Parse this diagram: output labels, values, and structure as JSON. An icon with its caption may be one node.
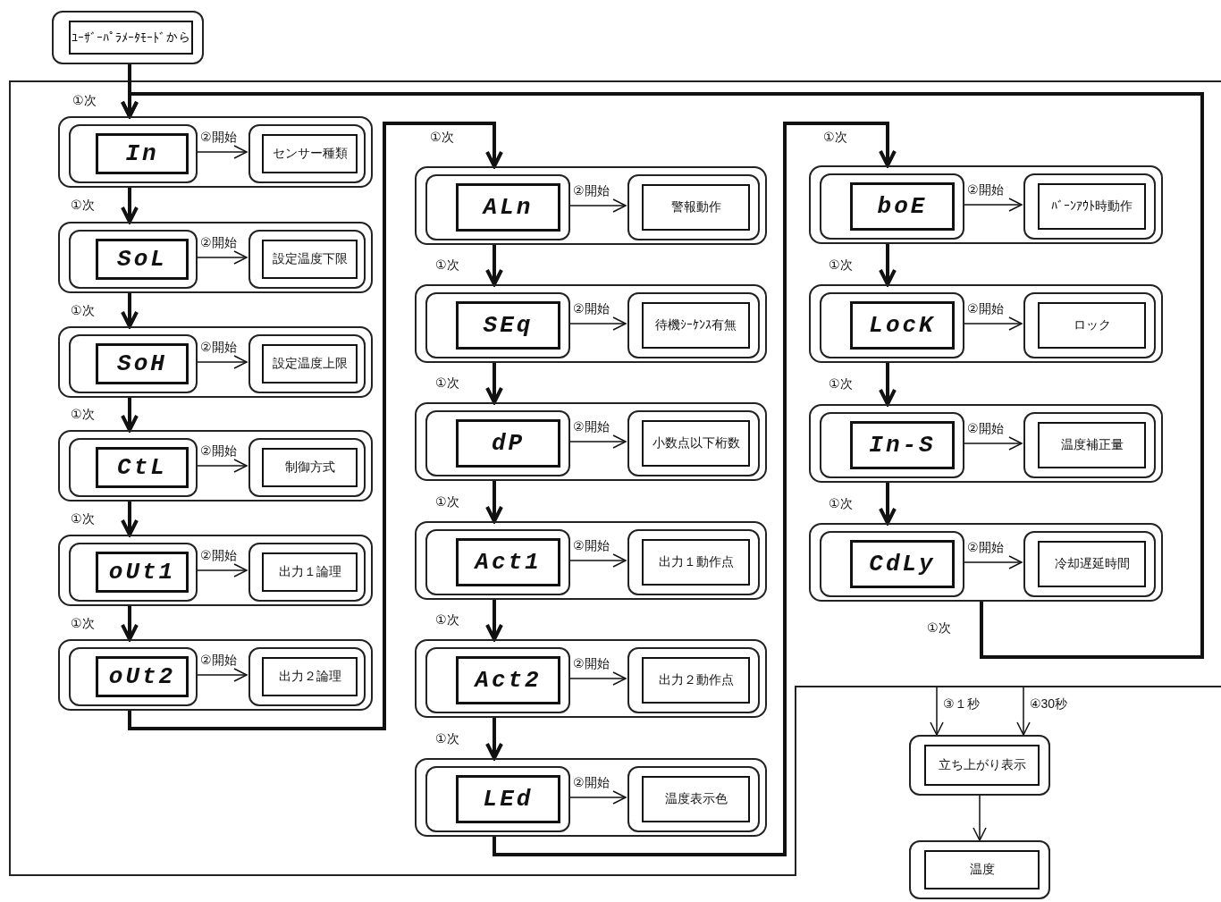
{
  "diagram": {
    "nodes": [
      {
        "text": [
          "ﾕｰｻﾞｰﾊﾟﾗﾒｰﾀﾓｰﾄﾞから"
        ]
      },
      {
        "text": [],
        "shape": "box"
      },
      {
        "text": [
          "In"
        ],
        "in": 1
      },
      {
        "text": [
          "センサー種類"
        ],
        "in": 1
      },
      {
        "text": [],
        "shape": "box"
      },
      {
        "text": [
          "SoL"
        ],
        "in": 4
      },
      {
        "text": [
          "設定温度下限"
        ],
        "in": 4
      },
      {
        "text": [],
        "shape": "box"
      },
      {
        "text": [
          "SoH"
        ],
        "in": 7
      },
      {
        "text": [
          "設定温度上限"
        ],
        "in": 7
      },
      {
        "text": [],
        "shape": "box"
      },
      {
        "text": [
          "CtL"
        ],
        "in": 10
      },
      {
        "text": [
          "制御方式"
        ],
        "in": 10
      },
      {
        "text": [],
        "shape": "box"
      },
      {
        "text": [
          "oUt1"
        ],
        "in": 13
      },
      {
        "text": [
          "出力１論理"
        ],
        "in": 13
      },
      {
        "text": [],
        "shape": "box"
      },
      {
        "text": [
          "oUt2"
        ],
        "in": 16
      },
      {
        "text": [
          "出力２論理"
        ],
        "in": 16
      },
      {
        "text": [],
        "shape": "box"
      },
      {
        "text": [
          "ALn"
        ],
        "in": 19
      },
      {
        "text": [
          "警報動作"
        ],
        "in": 19
      },
      {
        "text": [],
        "shape": "box"
      },
      {
        "text": [
          "SEq"
        ],
        "in": 22
      },
      {
        "text": [
          "待機ｼｰｹﾝｽ有無"
        ],
        "in": 22
      },
      {
        "text": [],
        "shape": "box"
      },
      {
        "text": [
          "dP"
        ],
        "in": 25
      },
      {
        "text": [
          "小数点以下桁数"
        ],
        "in": 25
      },
      {
        "text": [],
        "shape": "box"
      },
      {
        "text": [
          "Act1"
        ],
        "in": 28
      },
      {
        "text": [
          "出力１動作点"
        ],
        "in": 28
      },
      {
        "text": [],
        "shape": "box"
      },
      {
        "text": [
          "Act2"
        ],
        "in": 31
      },
      {
        "text": [
          "出力２動作点"
        ],
        "in": 31
      },
      {
        "text": [],
        "shape": "box"
      },
      {
        "text": [
          "LEd"
        ],
        "in": 34
      },
      {
        "text": [
          "温度表示色"
        ],
        "in": 34
      },
      {
        "text": [],
        "shape": "box"
      },
      {
        "text": [
          "boE"
        ],
        "in": 37
      },
      {
        "text": [
          "ﾊﾞｰﾝｱｳﾄ時動作"
        ],
        "in": 37
      },
      {
        "text": [],
        "shape": "box"
      },
      {
        "text": [
          "LocK"
        ],
        "in": 40
      },
      {
        "text": [
          "ロック"
        ],
        "in": 40
      },
      {
        "text": [],
        "shape": "box"
      },
      {
        "text": [
          "In-S"
        ],
        "in": 43
      },
      {
        "text": [
          "温度補正量"
        ],
        "in": 43
      },
      {
        "text": [],
        "shape": "box"
      },
      {
        "text": [
          "CdLy"
        ],
        "in": 46
      },
      {
        "text": [
          "冷却遅延時間"
        ],
        "in": 46
      },
      {
        "text": [
          "立ち上がり表示"
        ]
      },
      {
        "text": [
          "温度"
        ]
      }
    ],
    "edges": [
      {
        "from": 0,
        "to": 1,
        "arrow": "to",
        "label": "①次",
        "style": "thick"
      },
      {
        "from": 1,
        "to": 4,
        "arrow": "to",
        "label": "①次",
        "style": "thick"
      },
      {
        "from": 4,
        "to": 7,
        "arrow": "to",
        "label": "①次",
        "style": "thick"
      },
      {
        "from": 7,
        "to": 10,
        "arrow": "to",
        "label": "①次",
        "style": "thick"
      },
      {
        "from": 10,
        "to": 13,
        "arrow": "to",
        "label": "①次",
        "style": "thick"
      },
      {
        "from": 13,
        "to": 16,
        "arrow": "to",
        "label": "①次",
        "style": "thick"
      },
      {
        "from": 16,
        "to": 19,
        "arrow": "to",
        "label": "①次",
        "style": "thick"
      },
      {
        "from": 19,
        "to": 22,
        "arrow": "to",
        "label": "①次",
        "style": "thick"
      },
      {
        "from": 22,
        "to": 25,
        "arrow": "to",
        "label": "①次",
        "style": "thick"
      },
      {
        "from": 25,
        "to": 28,
        "arrow": "to",
        "label": "①次",
        "style": "thick"
      },
      {
        "from": 28,
        "to": 31,
        "arrow": "to",
        "label": "①次",
        "style": "thick"
      },
      {
        "from": 31,
        "to": 34,
        "arrow": "to",
        "label": "①次",
        "style": "thick"
      },
      {
        "from": 34,
        "to": 37,
        "arrow": "to",
        "label": "①次",
        "style": "thick"
      },
      {
        "from": 37,
        "to": 40,
        "arrow": "to",
        "label": "①次",
        "style": "thick"
      },
      {
        "from": 40,
        "to": 43,
        "arrow": "to",
        "label": "①次",
        "style": "thick"
      },
      {
        "from": 43,
        "to": 46,
        "arrow": "to",
        "label": "①次",
        "style": "thick"
      },
      {
        "from": 46,
        "to": 1,
        "arrow": "to",
        "label": "①次",
        "style": "thick"
      },
      {
        "from": 2,
        "to": 3,
        "arrow": "to",
        "label": "②開始"
      },
      {
        "from": 5,
        "to": 6,
        "arrow": "to",
        "label": "②開始"
      },
      {
        "from": 8,
        "to": 9,
        "arrow": "to",
        "label": "②開始"
      },
      {
        "from": 11,
        "to": 12,
        "arrow": "to",
        "label": "②開始"
      },
      {
        "from": 14,
        "to": 15,
        "arrow": "to",
        "label": "②開始"
      },
      {
        "from": 17,
        "to": 18,
        "arrow": "to",
        "label": "②開始"
      },
      {
        "from": 20,
        "to": 21,
        "arrow": "to",
        "label": "②開始"
      },
      {
        "from": 23,
        "to": 24,
        "arrow": "to",
        "label": "②開始"
      },
      {
        "from": 26,
        "to": 27,
        "arrow": "to",
        "label": "②開始"
      },
      {
        "from": 29,
        "to": 30,
        "arrow": "to",
        "label": "②開始"
      },
      {
        "from": 32,
        "to": 33,
        "arrow": "to",
        "label": "②開始"
      },
      {
        "from": 35,
        "to": 36,
        "arrow": "to",
        "label": "②開始"
      },
      {
        "from": 38,
        "to": 39,
        "arrow": "to",
        "label": "②開始"
      },
      {
        "from": 41,
        "to": 42,
        "arrow": "to",
        "label": "②開始"
      },
      {
        "from": 44,
        "to": 45,
        "arrow": "to",
        "label": "②開始"
      },
      {
        "from": 47,
        "to": 48,
        "arrow": "to",
        "label": "②開始"
      },
      {
        "from": null,
        "to": 49,
        "arrow": "to",
        "label": "③１秒"
      },
      {
        "from": null,
        "to": 49,
        "arrow": "to",
        "label": "④30秒"
      },
      {
        "from": 49,
        "to": 50,
        "arrow": "to"
      }
    ]
  }
}
